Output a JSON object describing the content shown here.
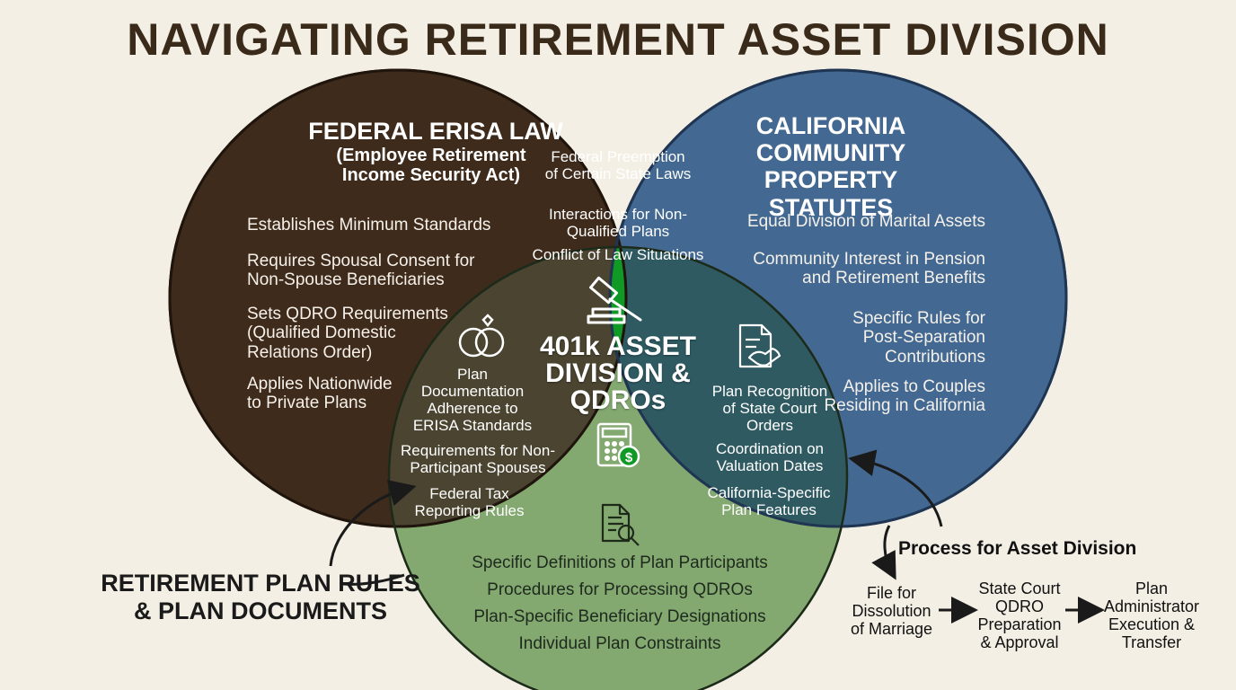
{
  "title": "NAVIGATING RETIREMENT ASSET DIVISION",
  "erisa": {
    "title": "FEDERAL ERISA LAW",
    "subtitle": "(Employee Retirement Income Security Act)",
    "items": [
      "Establishes Minimum Standards",
      "Requires Spousal Consent for Non-Spouse Beneficiaries",
      "Sets QDRO Requirements (Qualified Domestic Relations Order)",
      "Applies Nationwide to Private Plans"
    ]
  },
  "california": {
    "title": "CALIFORNIA COMMUNITY PROPERTY STATUTES",
    "items": [
      "Equal Division of Marital Assets",
      "Community Interest in Pension and Retirement Benefits",
      "Specific Rules for Post-Separation Contributions",
      "Applies to Couples Residing in California"
    ]
  },
  "plan_rules": {
    "title": "RETIREMENT PLAN RULES & PLAN DOCUMENTS",
    "items": [
      "Specific Definitions of Plan Participants",
      "Procedures for Processing QDROs",
      "Plan-Specific Beneficiary Designations",
      "Individual Plan Constraints"
    ]
  },
  "erisa_california": {
    "items": [
      "Federal Preemption of Certain State Laws",
      "Interactions for Non-Qualified Plans",
      "Conflict of Law Situations"
    ]
  },
  "erisa_plan": {
    "items": [
      "Plan Documentation Adherence to ERISA Standards",
      "Requirements for Non-Participant Spouses",
      "Federal Tax Reporting Rules"
    ]
  },
  "california_plan": {
    "items": [
      "Plan Recognition of State Court Orders",
      "Coordination on Valuation Dates",
      "California-Specific Plan Features"
    ]
  },
  "center": {
    "title": "401k ASSET DIVISION & QDROs"
  },
  "process": {
    "title": "Process for Asset Division",
    "steps": [
      "File for Dissolution of Marriage",
      "State Court QDRO Preparation & Approval",
      "Plan Administrator Execution & Transfer"
    ]
  },
  "colors": {
    "erisa": "#3f2b1b",
    "california": "#3e6590",
    "plan": "#7ea56a",
    "center": "#109a25",
    "background": "#f3efe4"
  },
  "icons": [
    "gavel-icon",
    "rings-icon",
    "handshake-document-icon",
    "calculator-dollar-icon",
    "document-magnifier-icon"
  ]
}
